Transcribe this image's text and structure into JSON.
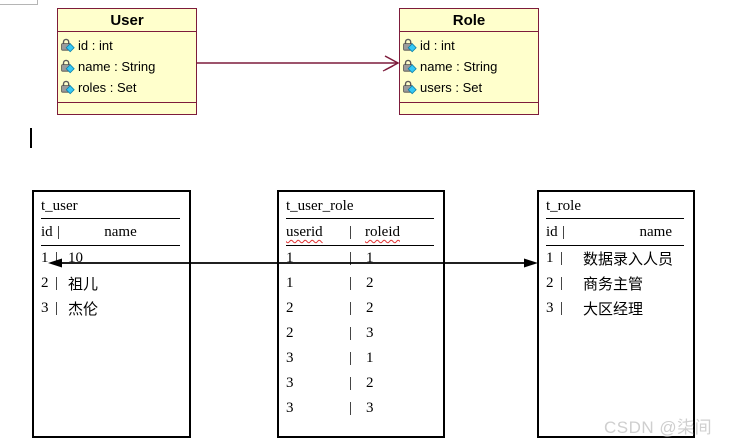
{
  "colors": {
    "uml_fill": "#ffffcc",
    "uml_border": "#7d1b3b",
    "table_border": "#000000",
    "relation_arrow": "#000000",
    "squiggle": "#e03030",
    "watermark_color": "#cfcfcf"
  },
  "sep": "|",
  "uml": {
    "classes": [
      {
        "title": "User",
        "attributes": [
          {
            "label": "id : int"
          },
          {
            "label": "name : String"
          },
          {
            "label": "roles : Set"
          }
        ]
      },
      {
        "title": "Role",
        "attributes": [
          {
            "label": "id : int"
          },
          {
            "label": "name : String"
          },
          {
            "label": "users : Set"
          }
        ]
      }
    ]
  },
  "tables": [
    {
      "title": "t_user",
      "col1": "id",
      "col2": "name",
      "rows": [
        {
          "c1": "1",
          "c2": "10"
        },
        {
          "c1": "2",
          "c2": "祖儿"
        },
        {
          "c1": "3",
          "c2": "杰伦"
        }
      ]
    },
    {
      "title": "t_user_role",
      "col1": "userid",
      "col2": "roleid",
      "rows": [
        {
          "c1": "1",
          "c2": "1"
        },
        {
          "c1": "1",
          "c2": "2"
        },
        {
          "c1": "2",
          "c2": "2"
        },
        {
          "c1": "2",
          "c2": "3"
        },
        {
          "c1": "3",
          "c2": "1"
        },
        {
          "c1": "3",
          "c2": "2"
        },
        {
          "c1": "3",
          "c2": "3"
        }
      ]
    },
    {
      "title": "t_role",
      "col1": "id",
      "col2": "name",
      "rows": [
        {
          "c1": "1",
          "c2": "数据录入人员"
        },
        {
          "c1": "2",
          "c2": "商务主管"
        },
        {
          "c1": "3",
          "c2": "大区经理"
        }
      ]
    }
  ],
  "watermark": "CSDN @柒间"
}
